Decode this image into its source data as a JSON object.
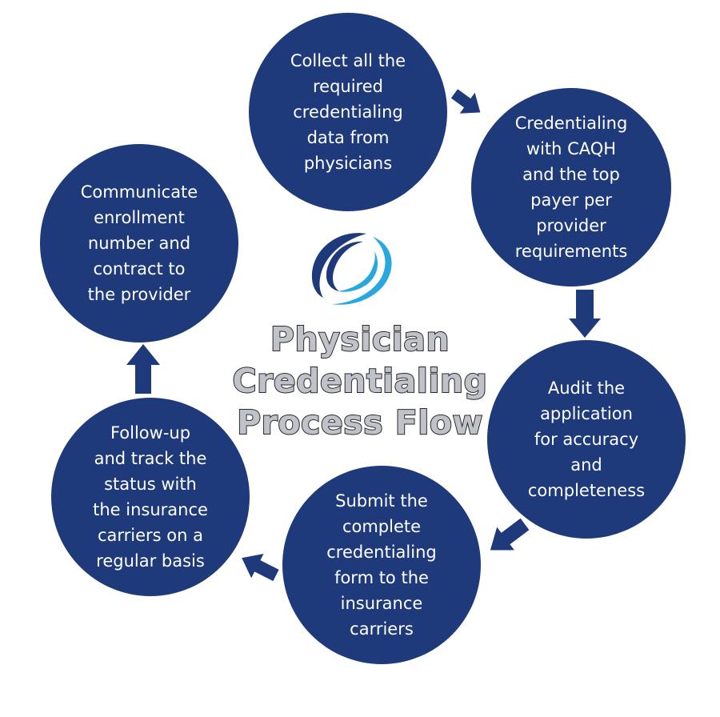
{
  "title": "Physician\nCredentialing\nProcess Flow",
  "colors": {
    "circle": "#1f3a7a",
    "arrow": "#1f3a7a",
    "title_fill": "#bfc2c8",
    "title_outline": "#2a2a2a",
    "logo_dark": "#1f3a7a",
    "logo_light": "#29a8e0"
  },
  "steps": [
    {
      "text": "Collect all the\nrequired\ncredentialing\ndata from\nphysicians"
    },
    {
      "text": "Credentialing\nwith CAQH\nand the top\npayer per\nprovider\nrequirements"
    },
    {
      "text": "Audit the\napplication\nfor accuracy\nand\ncompleteness"
    },
    {
      "text": "Submit the\ncomplete\ncredentialing\nform to the\ninsurance\ncarriers"
    },
    {
      "text": "Follow-up\nand track the\nstatus with\nthe insurance\ncarriers on a\nregular basis"
    },
    {
      "text": "Communicate\nenrollment\nnumber and\ncontract to\nthe provider"
    }
  ]
}
